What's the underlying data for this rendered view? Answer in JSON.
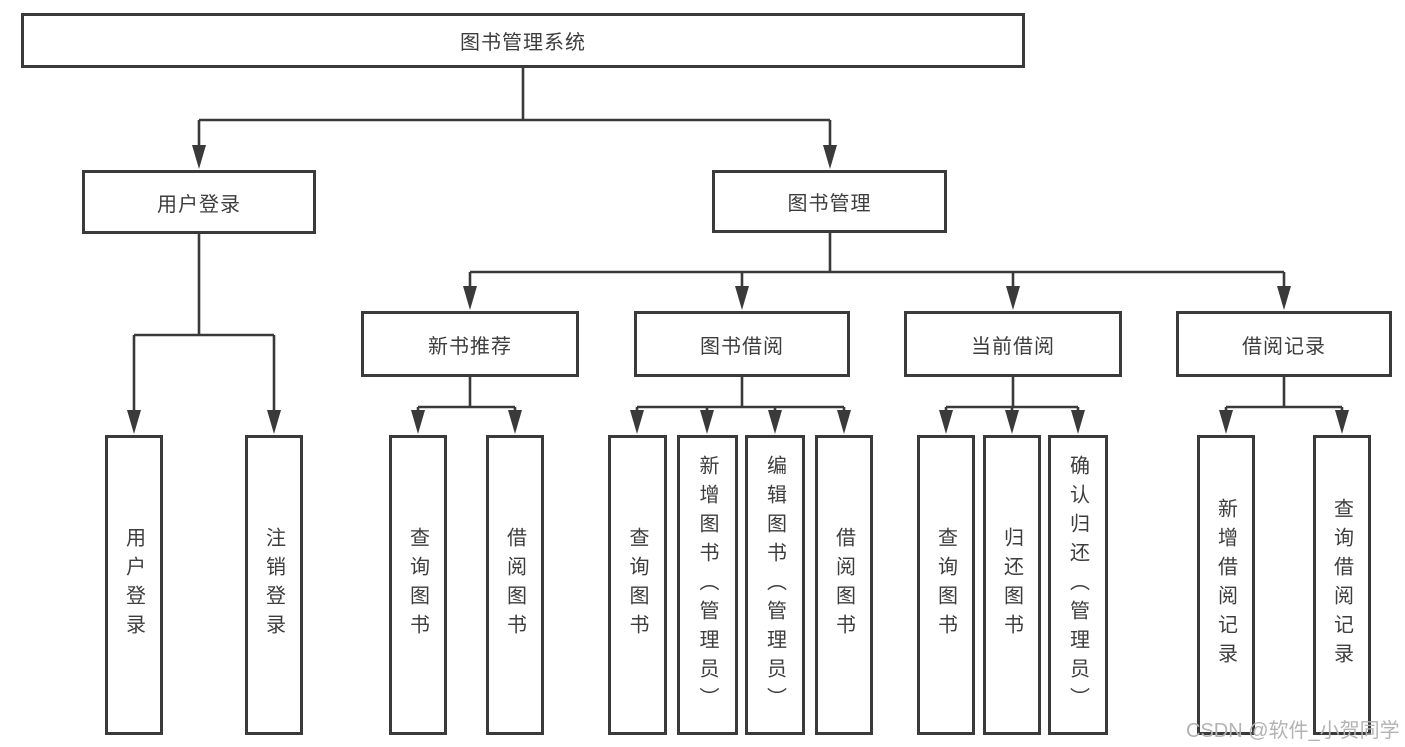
{
  "colors": {
    "background": "#ffffff",
    "box_border": "#3a3a3a",
    "connector_line": "#3a3a3a",
    "node_text": "#3d3d3d",
    "watermark_text": "#b3b3b3"
  },
  "watermark": {
    "text": "CSDN @软件_小贺同学"
  },
  "tree": {
    "root": {
      "label": "图书管理系统",
      "children": [
        {
          "label": "用户登录",
          "children": [
            {
              "label": "用户登录"
            },
            {
              "label": "注销登录"
            }
          ]
        },
        {
          "label": "图书管理",
          "children": [
            {
              "label": "新书推荐",
              "children": [
                {
                  "label": "查询图书"
                },
                {
                  "label": "借阅图书"
                }
              ]
            },
            {
              "label": "图书借阅",
              "children": [
                {
                  "label": "查询图书"
                },
                {
                  "label": "新增图书（管理员）"
                },
                {
                  "label": "编辑图书（管理员）"
                },
                {
                  "label": "借阅图书"
                }
              ]
            },
            {
              "label": "当前借阅",
              "children": [
                {
                  "label": "查询图书"
                },
                {
                  "label": "归还图书"
                },
                {
                  "label": "确认归还（管理员）"
                }
              ]
            },
            {
              "label": "借阅记录",
              "children": [
                {
                  "label": "新增借阅记录"
                },
                {
                  "label": "查询借阅记录"
                }
              ]
            }
          ]
        }
      ]
    }
  }
}
